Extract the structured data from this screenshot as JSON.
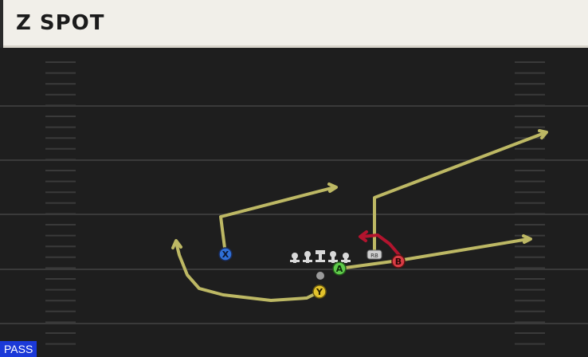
{
  "play": {
    "name": "Z SPOT"
  },
  "play_type_badge": "PASS",
  "players": {
    "x": "X",
    "y": "Y",
    "a": "A",
    "b": "B",
    "rb": "RB"
  },
  "colors": {
    "route_yellow": "#bdb864",
    "block_red": "#b3142e",
    "x_blue": "#2f6fd6",
    "y_yellow": "#e2c22c",
    "a_green": "#5ec94a",
    "b_red": "#d83c45",
    "badge_blue": "#1b39d8"
  }
}
